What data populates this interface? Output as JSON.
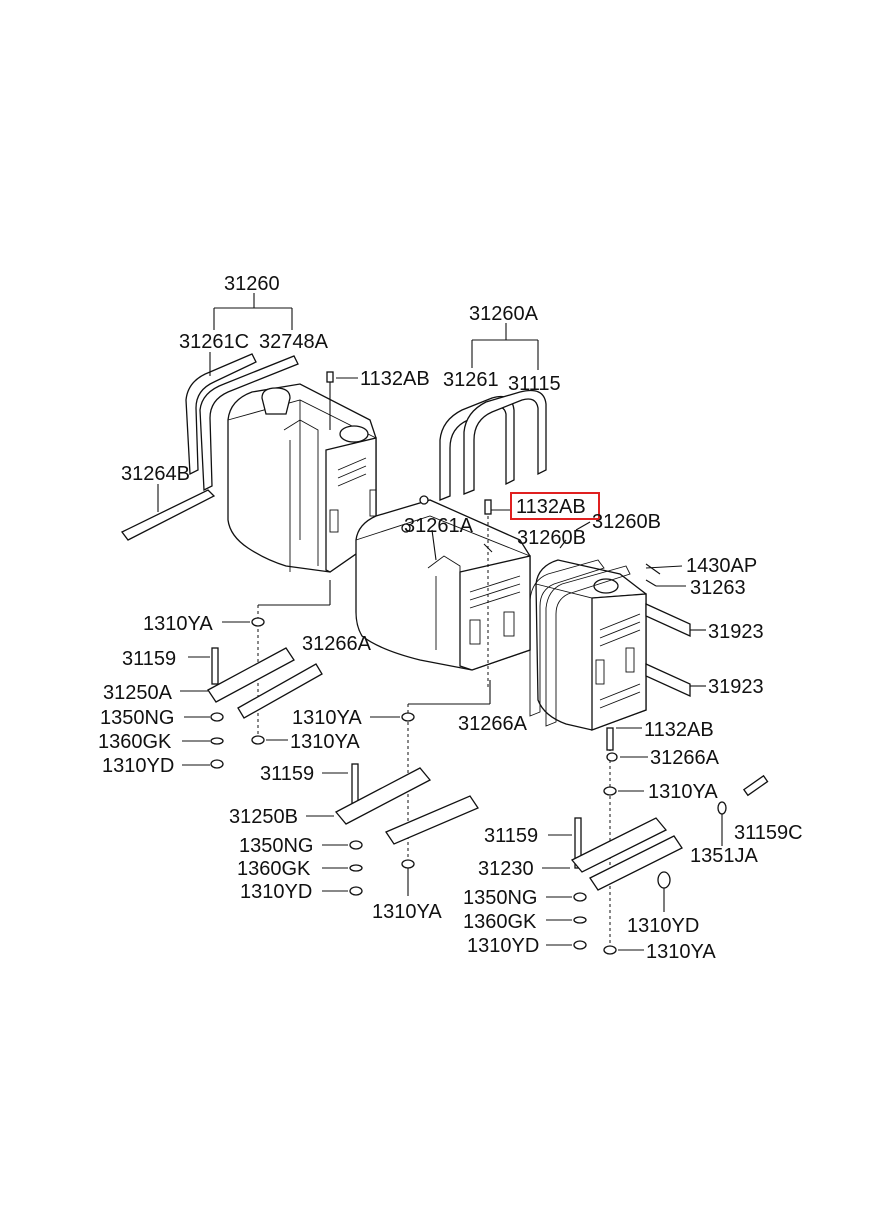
{
  "highlight": "1132AB",
  "labels": {
    "l31260": "31260",
    "l31261C": "31261C",
    "l32748A": "32748A",
    "l1132AB_top": "1132AB",
    "l31260A": "31260A",
    "l31261": "31261",
    "l31115": "31115",
    "l31264B": "31264B",
    "l1132AB_hl": "1132AB",
    "l31261A": "31261A",
    "l31260B_1": "31260B",
    "l31260B_2": "31260B",
    "l1430AP": "1430AP",
    "l31263": "31263",
    "l31923_1": "31923",
    "l31923_2": "31923",
    "l1310YA_1": "1310YA",
    "l31266A_1": "31266A",
    "l31159_1": "31159",
    "l31250A": "31250A",
    "l1350NG_1": "1350NG",
    "l1360GK_1": "1360GK",
    "l1310YD_1": "1310YD",
    "l1310YA_2": "1310YA",
    "l1310YA_3": "1310YA",
    "l31266A_2": "31266A",
    "l1132AB_r": "1132AB",
    "l31266A_3": "31266A",
    "l31159_2": "31159",
    "l31250B": "31250B",
    "l1350NG_2": "1350NG",
    "l1360GK_2": "1360GK",
    "l1310YD_2": "1310YD",
    "l1310YA_4": "1310YA",
    "l1310YA_5": "1310YA",
    "l31159C": "31159C",
    "l31159_3": "31159",
    "l1351JA": "1351JA",
    "l31230": "31230",
    "l1350NG_3": "1350NG",
    "l1360GK_3": "1360GK",
    "l1310YD_3": "1310YD",
    "l1310YD_4": "1310YD",
    "l1310YA_6": "1310YA"
  }
}
